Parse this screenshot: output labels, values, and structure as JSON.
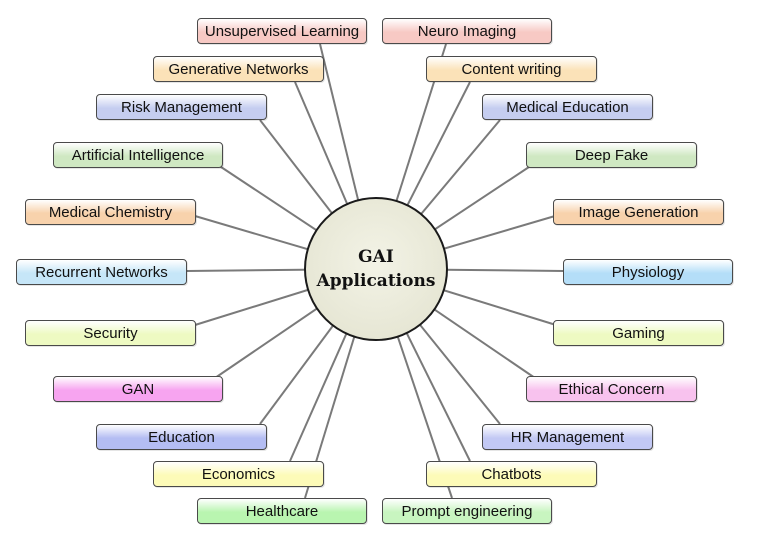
{
  "center": {
    "line1": "GAI",
    "line2": "Applications"
  },
  "nodes": [
    {
      "label": "Unsupervised Learning",
      "color": "#f7c9c4"
    },
    {
      "label": "Neuro Imaging",
      "color": "#f7c9c4"
    },
    {
      "label": "Generative Networks",
      "color": "#fbe2b8"
    },
    {
      "label": "Content writing",
      "color": "#fbe2b8"
    },
    {
      "label": "Risk Management",
      "color": "#c5cdf0"
    },
    {
      "label": "Medical Education",
      "color": "#c5cdf0"
    },
    {
      "label": "Artificial Intelligence",
      "color": "#cfe8c2"
    },
    {
      "label": "Deep Fake",
      "color": "#cfe8c2"
    },
    {
      "label": "Medical Chemistry",
      "color": "#f8d2ac"
    },
    {
      "label": "Image Generation",
      "color": "#f8d2ac"
    },
    {
      "label": "Recurrent Networks",
      "color": "#c6e6f8"
    },
    {
      "label": "Physiology",
      "color": "#b4def8"
    },
    {
      "label": "Security",
      "color": "#eefac2"
    },
    {
      "label": "Gaming",
      "color": "#eefac2"
    },
    {
      "label": "GAN",
      "color": "#f7a4f0"
    },
    {
      "label": "Ethical Concern",
      "color": "#f8c2ee"
    },
    {
      "label": "Education",
      "color": "#b4bdf3"
    },
    {
      "label": "HR Management",
      "color": "#c2c8f4"
    },
    {
      "label": "Economics",
      "color": "#fdfbb8"
    },
    {
      "label": "Chatbots",
      "color": "#fdfbb8"
    },
    {
      "label": "Healthcare",
      "color": "#b9f5b0"
    },
    {
      "label": "Prompt engineering",
      "color": "#c8f5c0"
    }
  ]
}
